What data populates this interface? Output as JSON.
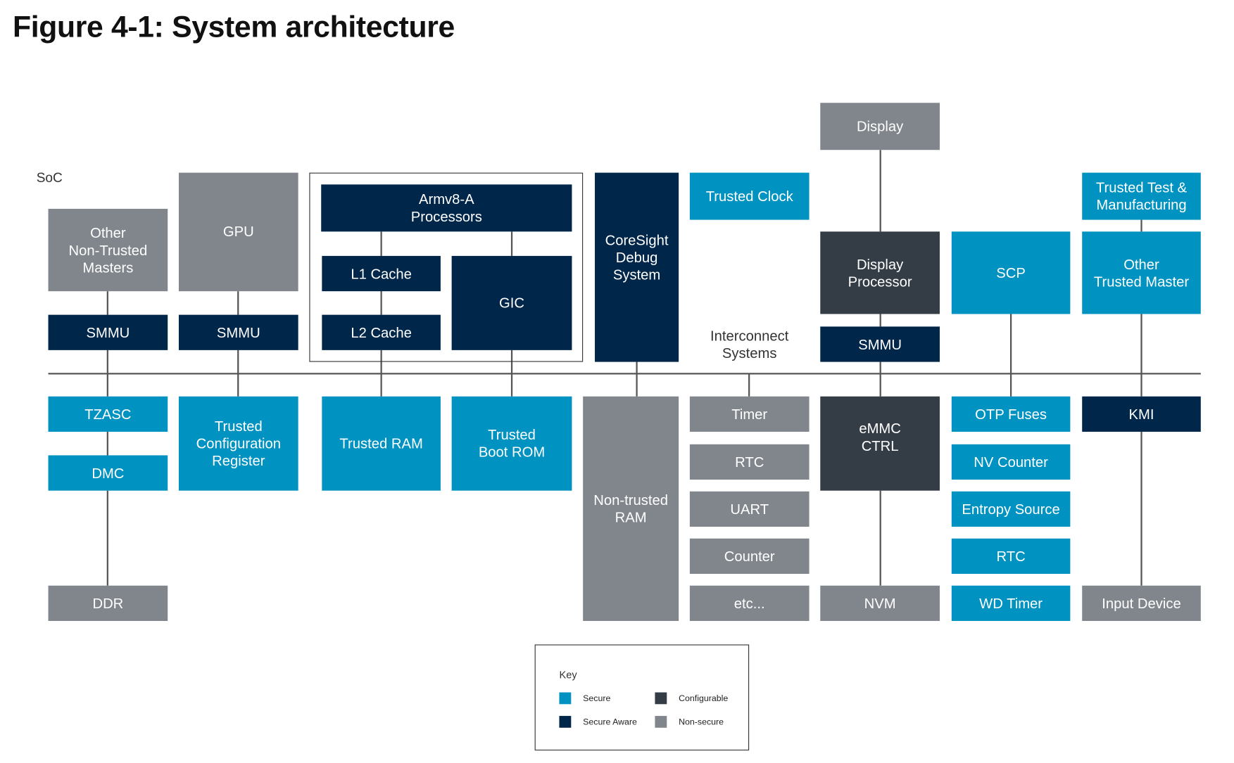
{
  "figure_title": "Figure 4-1: System architecture",
  "soc_label": "SoC",
  "colors": {
    "secure": "#0092c1",
    "secure_aware": "#00264a",
    "configurable": "#343c46",
    "non_secure": "#80868c"
  },
  "blocks": {
    "display": "Display",
    "trusted_clock": "Trusted Clock",
    "trusted_test_manufacturing": "Trusted Test &\nManufacturing",
    "other_non_trusted_masters": "Other\nNon-Trusted\nMasters",
    "gpu": "GPU",
    "armv8_processors": "Armv8-A\nProcessors",
    "l1_cache": "L1 Cache",
    "l2_cache": "L2 Cache",
    "gic": "GIC",
    "coresight": "CoreSight\nDebug\nSystem",
    "display_processor": "Display\nProcessor",
    "scp": "SCP",
    "other_trusted_master": "Other\nTrusted Master",
    "smmu_1": "SMMU",
    "smmu_2": "SMMU",
    "smmu_3": "SMMU",
    "interconnect": "Interconnect\nSystems",
    "tzasc": "TZASC",
    "dmc": "DMC",
    "ddr": "DDR",
    "trusted_config_register": "Trusted\nConfiguration\nRegister",
    "trusted_ram": "Trusted RAM",
    "trusted_boot_rom": "Trusted\nBoot ROM",
    "non_trusted_ram": "Non-trusted\nRAM",
    "timer": "Timer",
    "rtc_1": "RTC",
    "uart": "UART",
    "counter": "Counter",
    "etc": "etc...",
    "emmc_ctrl": "eMMC\nCTRL",
    "nvm": "NVM",
    "otp_fuses": "OTP Fuses",
    "nv_counter": "NV Counter",
    "entropy_source": "Entropy Source",
    "rtc_2": "RTC",
    "wd_timer": "WD Timer",
    "kmi": "KMI",
    "input_device": "Input Device"
  },
  "key": {
    "title": "Key",
    "secure": "Secure",
    "secure_aware": "Secure Aware",
    "configurable": "Configurable",
    "non_secure": "Non-secure"
  }
}
